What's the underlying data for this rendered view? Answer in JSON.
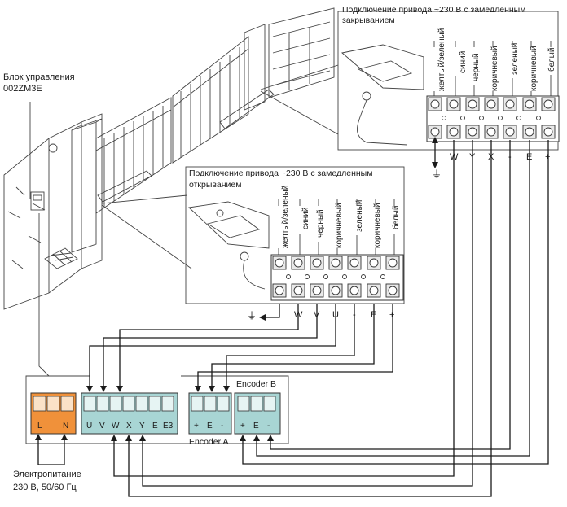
{
  "control_unit": {
    "label_line1": "Блок управления",
    "label_line2": "002ZM3E"
  },
  "power": {
    "label_line1": "Электропитание",
    "label_line2": "230 В, 50/60 Гц",
    "terminals": [
      "L",
      "N"
    ],
    "color": "#f0913a"
  },
  "motor_block": {
    "terminals": [
      "U",
      "V",
      "W",
      "X",
      "Y",
      "E",
      "E3"
    ],
    "color": "#a8d5d4"
  },
  "encoder_a": {
    "title": "Encoder A",
    "terminals": [
      "+",
      "E",
      "-"
    ]
  },
  "encoder_b": {
    "title": "Encoder B",
    "terminals": [
      "+",
      "E",
      "-"
    ]
  },
  "drive_close": {
    "title_line1": "Подключение привода ~230 В с замедленным",
    "title_line2": "закрыванием",
    "wire_colors": [
      "желтый/зеленый",
      "синий",
      "черный",
      "коричневый",
      "зеленый",
      "коричневый",
      "белый"
    ],
    "terminal_labels": [
      "⏚",
      "W",
      "Y",
      "X",
      "-",
      "E",
      "+"
    ]
  },
  "drive_open": {
    "title_line1": "Подключение привода ~230 В с замедленным",
    "title_line2": "открыванием",
    "wire_colors": [
      "желтый/зеленый",
      "синий",
      "черный",
      "коричневый",
      "зеленый",
      "коричневый",
      "белый"
    ],
    "terminal_labels": [
      "⏚",
      "W",
      "V",
      "U",
      "-",
      "E",
      "+"
    ]
  },
  "colors": {
    "line": "#1a1a1a",
    "terminal_gray": "#e9e9e9",
    "teal": "#a8d5d4",
    "orange": "#f0913a"
  }
}
